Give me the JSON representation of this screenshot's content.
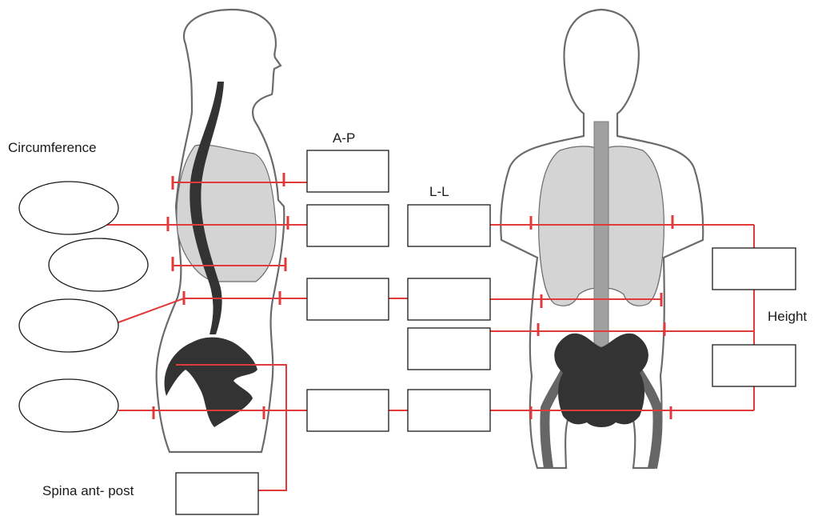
{
  "labels": {
    "circumference": "Circumference",
    "ap": "A-P",
    "ll": "L-L",
    "height": "Height",
    "spina": "Spina ant- post"
  },
  "colors": {
    "measure_line": "#e03a3a",
    "body_outline": "#6b6b6b",
    "lung_fill": "#d4d4d4",
    "bone_fill": "#333333"
  }
}
